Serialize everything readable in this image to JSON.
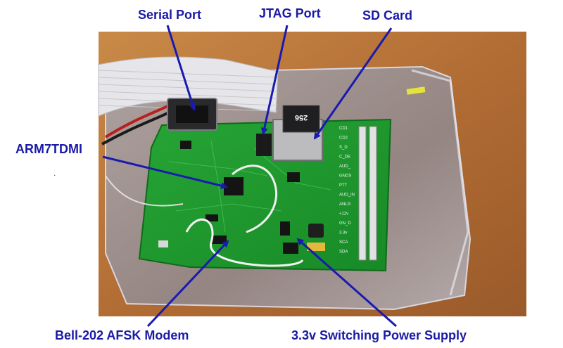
{
  "labels": {
    "serial_port": "Serial Port",
    "jtag_port": "JTAG Port",
    "sd_card": "SD Card",
    "arm7tdmi": "ARM7TDMI",
    "afsk_modem": "Bell-202 AFSK Modem",
    "power_supply": "3.3v Switching Power Supply"
  },
  "board_text": {
    "sd_card_capacity": "256",
    "header_pins": [
      "CD1",
      "CD2",
      "S_D",
      "C_DE",
      "AUD_",
      "GNDS",
      "PTT",
      "AUD_IN",
      "ANLG",
      "+12v",
      "GN_D",
      "3.3v",
      "SCA",
      "SDA"
    ]
  },
  "colors": {
    "label_text": "#1a1aa6",
    "arrow": "#1a1ab0",
    "pcb": "#1f9a2e",
    "table": "#c07a3c"
  }
}
